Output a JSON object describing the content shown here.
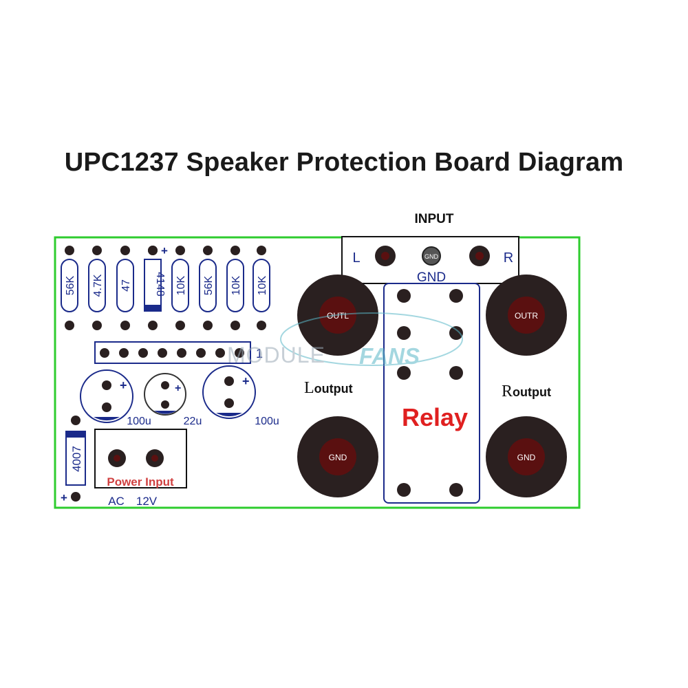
{
  "title": "UPC1237 Speaker Protection Board Diagram",
  "input_header": "INPUT",
  "input_left": "L",
  "input_right": "R",
  "input_center_pad": "GND",
  "input_gnd": "GND",
  "resistors": [
    "56K",
    "4.7K",
    "47",
    "10K",
    "56K",
    "10K",
    "10K"
  ],
  "diode_4148": "4148",
  "plus_sign": "+",
  "ic_pin1": "1",
  "caps": [
    {
      "value": "100u",
      "polarity": "+"
    },
    {
      "value": "22u",
      "polarity": "+"
    },
    {
      "value": "100u",
      "polarity": "+"
    }
  ],
  "diode_4007": "4007",
  "power_input_label": "Power Input",
  "ac_label": "AC",
  "voltage_label": "12V",
  "outl_label": "OUTL",
  "outr_label": "OUTR",
  "gnd_left_label": "GND",
  "gnd_right_label": "GND",
  "left_output": {
    "prefix": "L",
    "rest": "output"
  },
  "right_output": {
    "prefix": "R",
    "rest": "output"
  },
  "relay_label": "Relay",
  "watermark": {
    "left": "MODULE",
    "right": "FANS"
  },
  "colors": {
    "board_border": "#2ecc2e",
    "component_blue": "#1a2a8a",
    "pad_dark": "#2a2020",
    "pad_red": "#5a1010",
    "relay_red": "#e02020",
    "power_red": "#d04040",
    "watermark_teal": "#5ab8c8"
  }
}
